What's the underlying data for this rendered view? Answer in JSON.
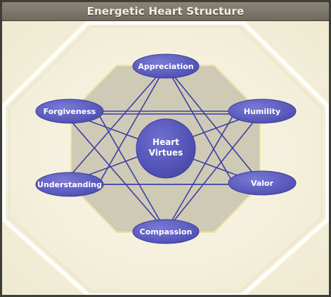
{
  "title": "Energetic Heart Structure",
  "center": {
    "line1": "Heart",
    "line2": "Virtues"
  },
  "nodes": {
    "appreciation": "Appreciation",
    "humility": "Humility",
    "valor": "Valor",
    "compassion": "Compassion",
    "understanding": "Understanding",
    "forgiveness": "Forgiveness"
  },
  "colors": {
    "background": "#f8f4e2",
    "octagon_outline": "#fffdf5",
    "inner_octagon": "#cfcab5",
    "inner_octagon_border": "#e8df9a",
    "node_fill": "#5b5bc0",
    "lines": "#3c3fa6"
  }
}
